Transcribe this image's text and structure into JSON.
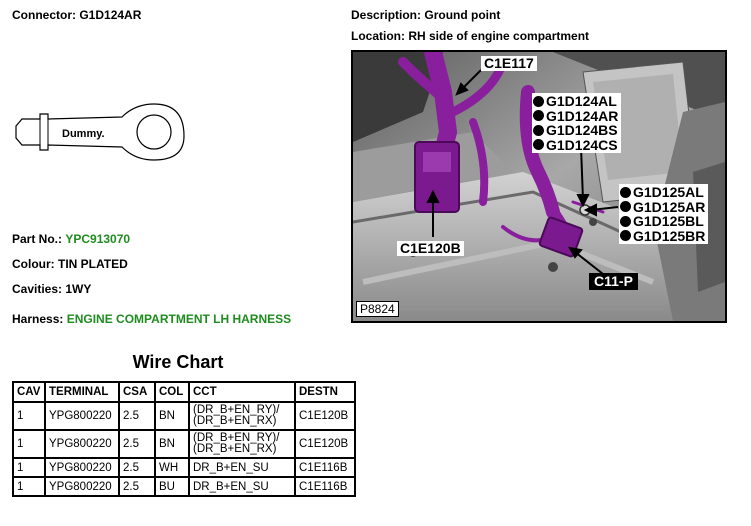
{
  "connector": {
    "label": "Connector:",
    "value": "G1D124AR"
  },
  "description": {
    "label": "Description:",
    "value": "Ground point"
  },
  "location": {
    "label": "Location:",
    "value": "RH side of engine compartment"
  },
  "terminal_drawing": {
    "label": "Dummy."
  },
  "part_no": {
    "label": "Part No.:",
    "value": "YPC913070"
  },
  "colour": {
    "label": "Colour:",
    "value": "TIN PLATED"
  },
  "cavities": {
    "label": "Cavities:",
    "value": "1WY"
  },
  "harness": {
    "label": "Harness:",
    "value": "ENGINE COMPARTMENT LH HARNESS"
  },
  "wire_chart": {
    "title": "Wire Chart",
    "headers": [
      "CAV",
      "TERMINAL",
      "CSA",
      "COL",
      "CCT",
      "DESTN"
    ],
    "rows": [
      {
        "cav": "1",
        "terminal": "YPG800220",
        "csa": "2.5",
        "col": "BN",
        "cct1": "(DR_B+EN_RY)/",
        "cct2": "(DR_B+EN_RX)",
        "destn": "C1E120B"
      },
      {
        "cav": "1",
        "terminal": "YPG800220",
        "csa": "2.5",
        "col": "BN",
        "cct1": "(DR_B+EN_RY)/",
        "cct2": "(DR_B+EN_RX)",
        "destn": "C1E120B"
      },
      {
        "cav": "1",
        "terminal": "YPG800220",
        "csa": "2.5",
        "col": "WH",
        "cct1": "DR_B+EN_SU",
        "cct2": "",
        "destn": "C1E116B"
      },
      {
        "cav": "1",
        "terminal": "YPG800220",
        "csa": "2.5",
        "col": "BU",
        "cct1": "DR_B+EN_SU",
        "cct2": "",
        "destn": "C1E116B"
      }
    ]
  },
  "photo": {
    "callouts": {
      "c1e117": "C1E117",
      "c1e120b": "C1E120B",
      "c11p": "C11-P",
      "group1": [
        "G1D124AL",
        "G1D124AR",
        "G1D124BS",
        "G1D124CS"
      ],
      "group2": [
        "G1D125AL",
        "G1D125AR",
        "G1D125BL",
        "G1D125BR"
      ]
    },
    "picture_id": "P8824",
    "colors": {
      "harness": "#8a1f9e",
      "metal": "#9a9a9a"
    }
  }
}
